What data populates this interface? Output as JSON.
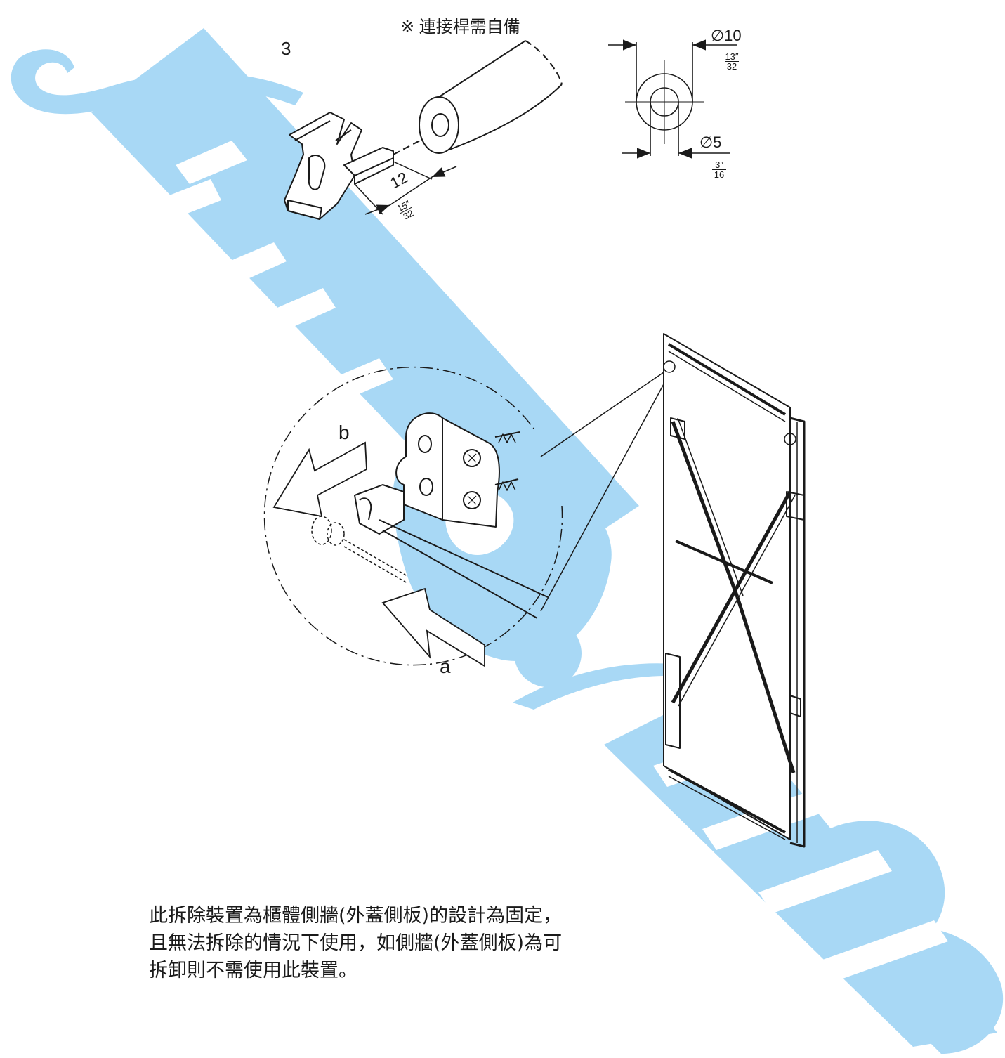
{
  "header": {
    "note": "※ 連接桿需自備",
    "step_number": "3"
  },
  "dimensions": {
    "rod_outer_diameter": "∅10",
    "rod_outer_inch_num": "13",
    "rod_outer_inch_den": "32",
    "rod_inner_diameter": "∅5",
    "rod_inner_inch_num": "3",
    "rod_inner_inch_den": "16",
    "clip_length": "12",
    "clip_length_inch_num": "15",
    "clip_length_inch_den": "32",
    "inch_mark": "″"
  },
  "callout": {
    "arrow_b_label": "b",
    "arrow_a_label": "a"
  },
  "instructions": {
    "line1": "此拆除裝置為櫃體側牆(外蓋側板)的設計為固定，",
    "line2": "且無法拆除的情況下使用，如側牆(外蓋側板)為可",
    "line3": "拆卸則不需使用此裝置。"
  },
  "colors": {
    "watermark": "#a8d8f5",
    "line": "#1a1a1a"
  }
}
